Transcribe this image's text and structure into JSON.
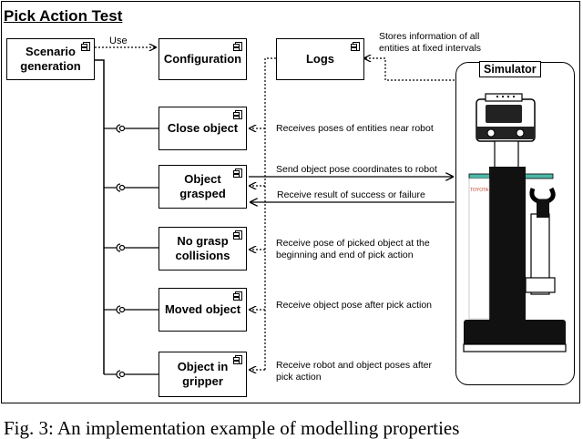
{
  "diagram": {
    "title": "Pick Action Test",
    "components": {
      "scenario": "Scenario\ngeneration",
      "configuration": "Configuration",
      "logs": "Logs",
      "close_object": "Close object",
      "object_grasped": "Object\ngrasped",
      "no_grasp": "No grasp\ncollisions",
      "moved_object": "Moved object",
      "object_in_gripper": "Object in\ngripper"
    },
    "use_label": "Use",
    "simulator_label": "Simulator",
    "robot_brand": "TOYOTA",
    "notes": {
      "logs": "Stores information of all\nentities at fixed intervals",
      "close_object": "Receives poses of entities near robot",
      "send_pose": "Send object pose coordinates to robot",
      "receive_result": "Receive result of success or failure",
      "no_grasp": "Receive pose of picked object at the\nbeginning and end of pick action",
      "moved_object": "Receive object pose after pick action",
      "object_in_gripper": "Receive robot and object poses after\npick action"
    }
  },
  "caption": "Fig. 3: An implementation example of modelling properties"
}
